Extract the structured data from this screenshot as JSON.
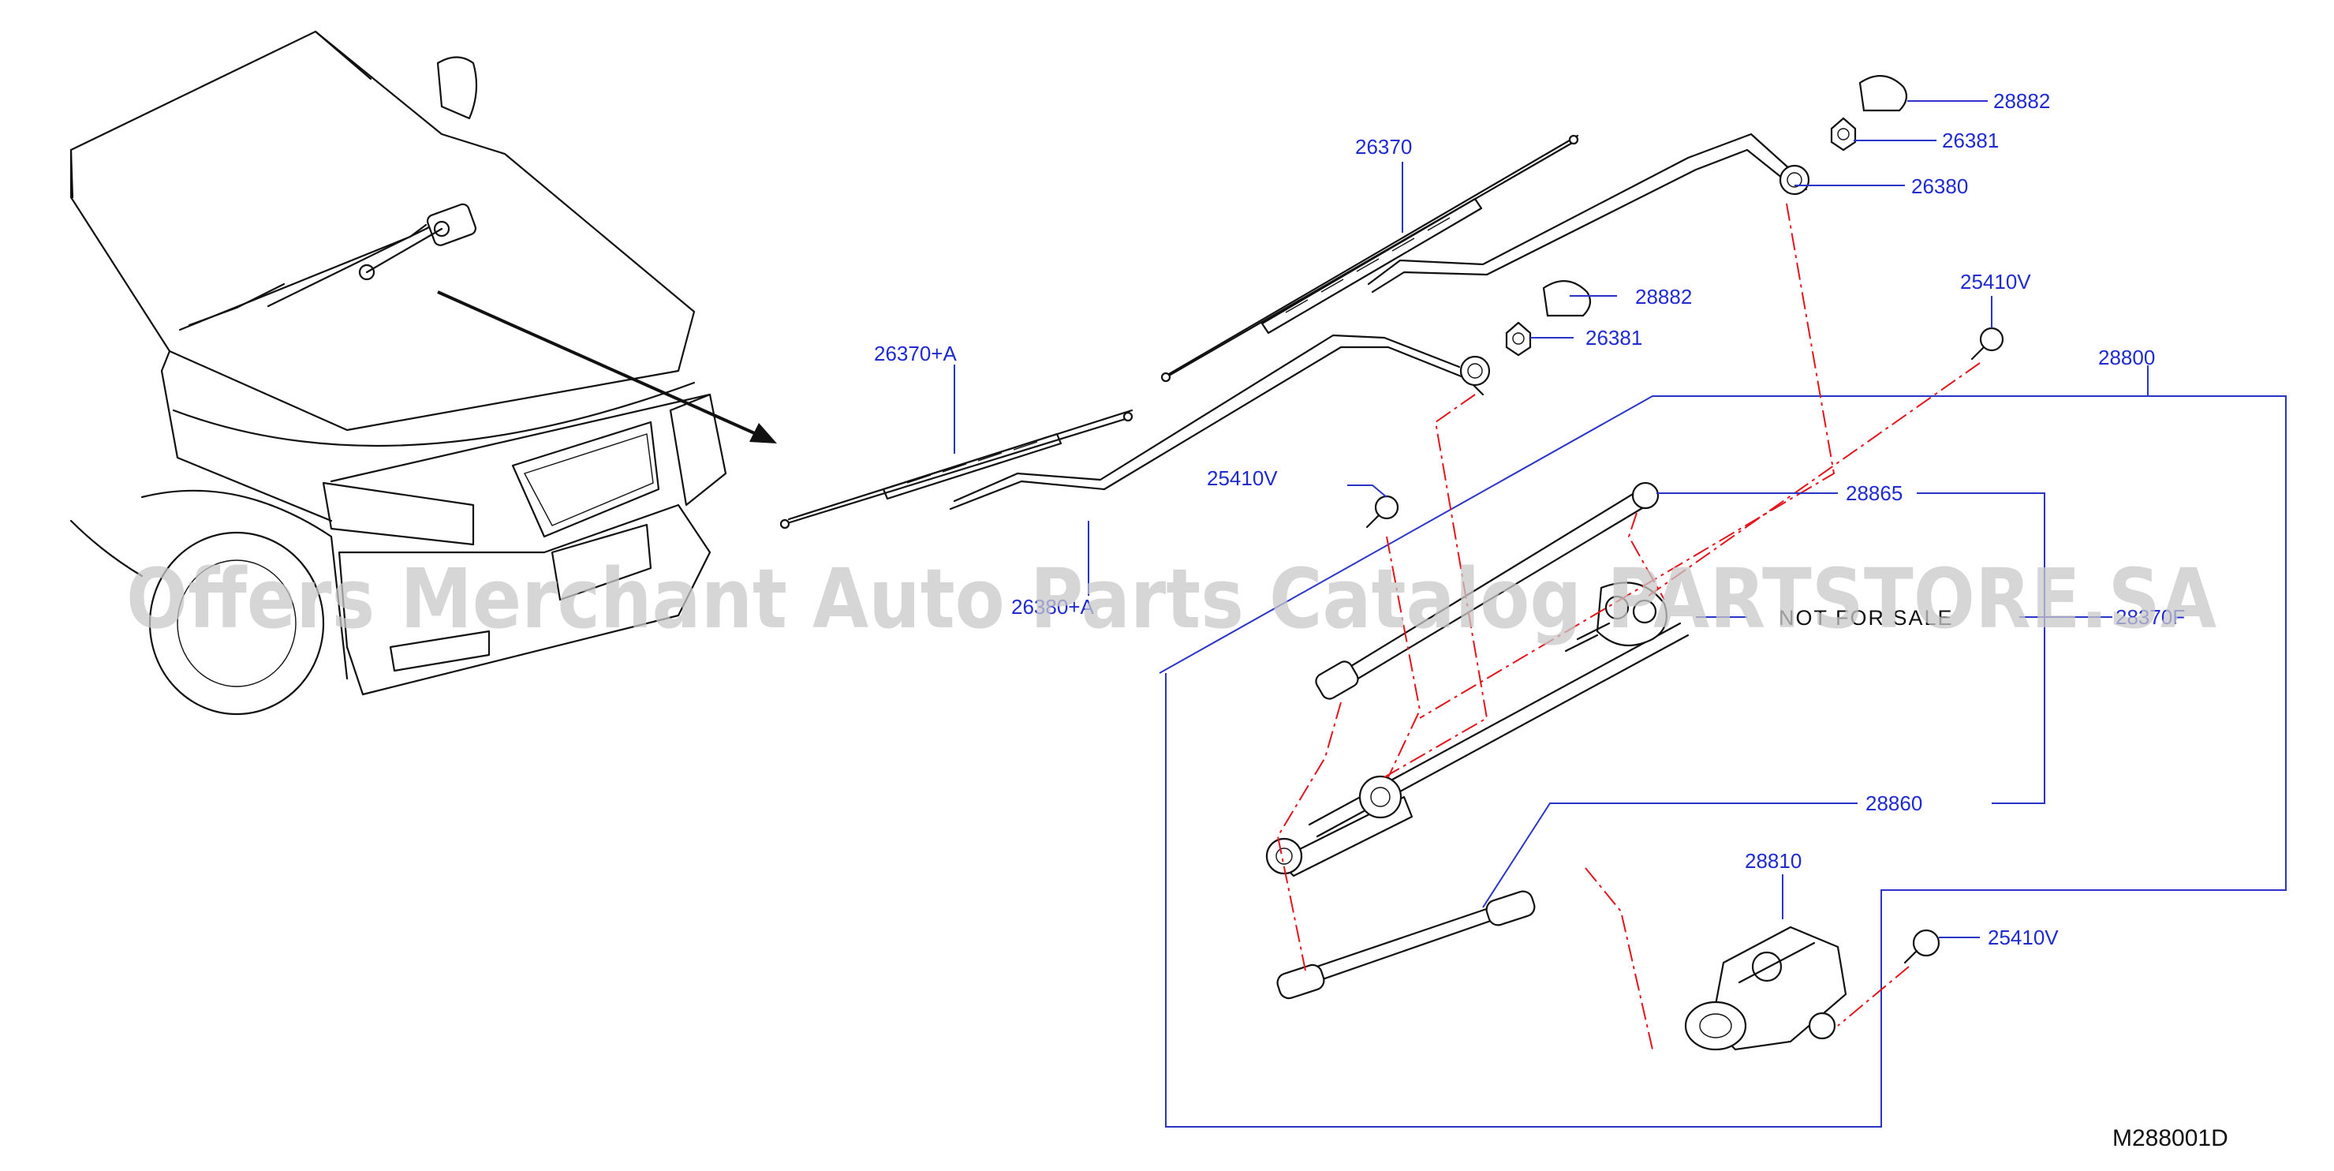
{
  "callouts": {
    "wiper_blade_assist": "26370+A",
    "wiper_blade_driver": "26370",
    "wiper_arm_assist": "26380+A",
    "wiper_arm_driver": "26380",
    "pivot_cap_upper": "28882",
    "pivot_cap_lower": "28882",
    "pivot_nut_upper": "26381",
    "pivot_nut_lower": "26381",
    "bolt_upper": "25410V",
    "bolt_left": "25410V",
    "bolt_motor": "25410V",
    "assembly": "28800",
    "link_upper": "28865",
    "linkage": "28370F",
    "link_lower": "28860",
    "motor": "28810"
  },
  "not_for_sale": "NOT FOR SALE",
  "diagram_code": "M288001D",
  "watermark": "Offers Merchant Auto Parts Catalog PARTSTORE.SA",
  "colors": {
    "callout_text": "#1f2bd0",
    "leader_line": "#2a35c8",
    "dash_dot_line": "#e3141b",
    "drawing_line": "#111111",
    "watermark": "#c8c8c8"
  }
}
